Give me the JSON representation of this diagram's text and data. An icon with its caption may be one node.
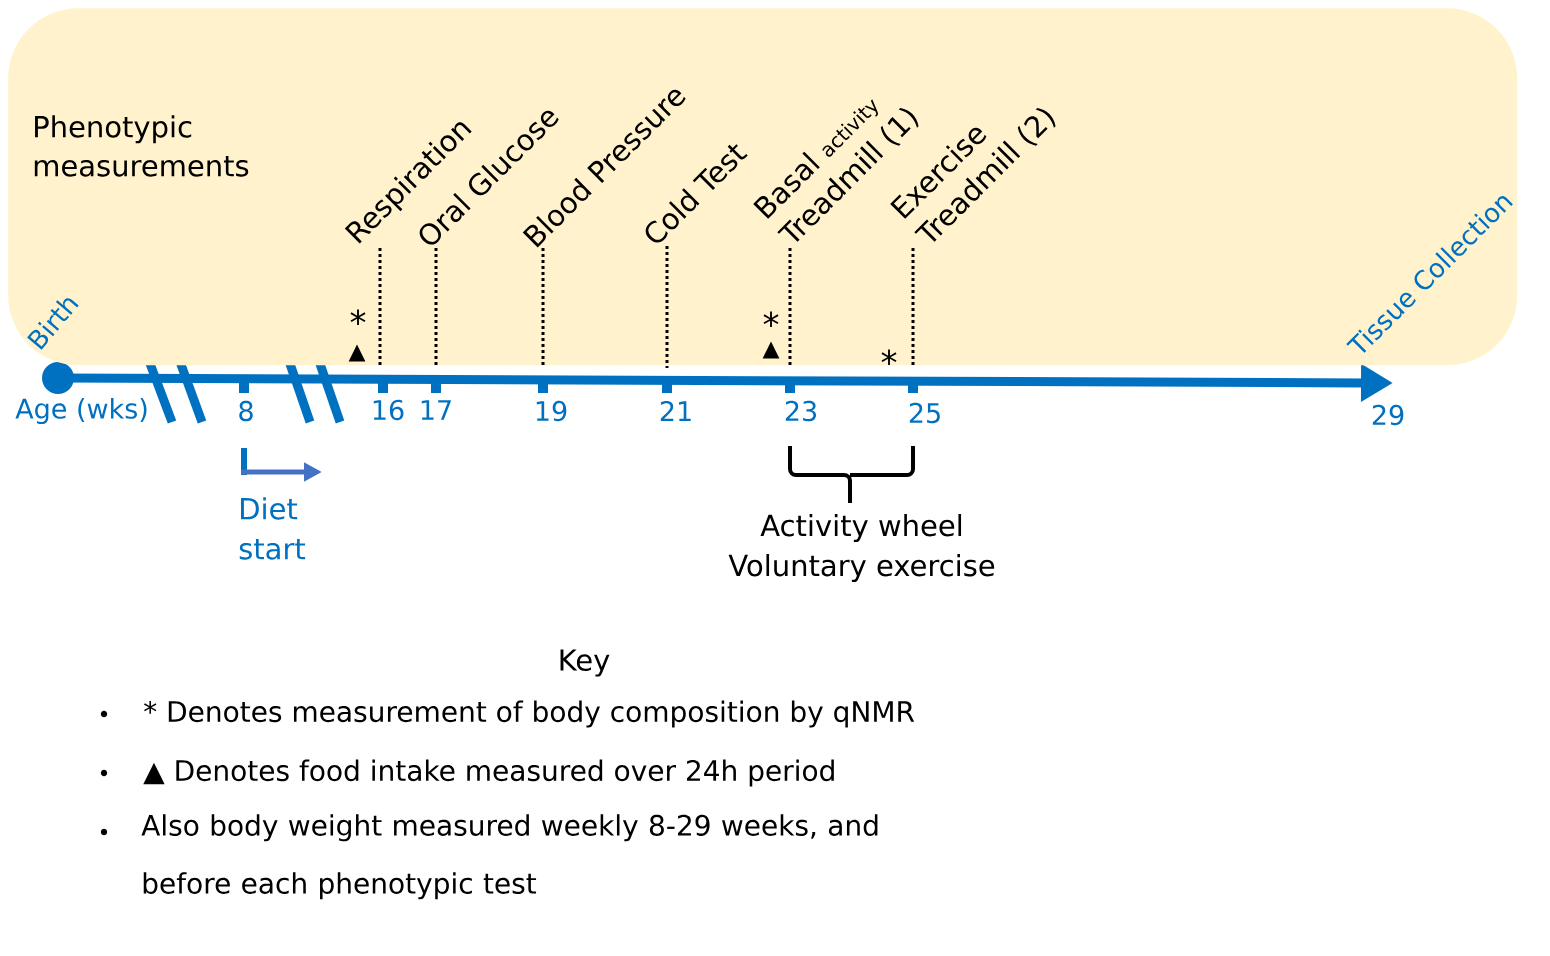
{
  "diagram": {
    "nodes": [
      {
        "text": [
          "Phenotypic measurements"
        ]
      },
      {
        "text": [
          "Respiration"
        ],
        "in": 0
      },
      {
        "text": [
          "Oral Glucose"
        ],
        "in": 0
      },
      {
        "text": [
          "Blood Pressure"
        ],
        "in": 0
      },
      {
        "text": [
          "Cold Test"
        ],
        "in": 0
      },
      {
        "text": [
          "Basal",
          "activity",
          "Treadmill (1)"
        ],
        "in": 0
      },
      {
        "text": [
          "Exercise",
          "Treadmill (2)"
        ],
        "in": 0
      }
    ],
    "edges": [
      {
        "from": 1,
        "to": null,
        "arrow": "none"
      },
      {
        "from": 2,
        "to": null,
        "arrow": "none"
      },
      {
        "from": 3,
        "to": null,
        "arrow": "none"
      },
      {
        "from": 4,
        "to": null,
        "arrow": "none"
      },
      {
        "from": 5,
        "to": null,
        "arrow": "none"
      },
      {
        "from": 6,
        "to": null,
        "arrow": "none"
      }
    ],
    "labels": [
      "Birth",
      "Age (wks)",
      "8",
      "16",
      "17",
      "19",
      "21",
      "23",
      "25",
      "29",
      "Tissue Collection",
      "*",
      "▲",
      "*",
      "▲",
      "*",
      "Diet start",
      "Activity wheel",
      "Voluntary exercise",
      "Key",
      "* Denotes measurement of body composition by qNMR",
      "▲ Denotes food intake measured over 24h period",
      "Also body weight measured weekly 8-29 weeks, and before each phenotypic test"
    ]
  }
}
